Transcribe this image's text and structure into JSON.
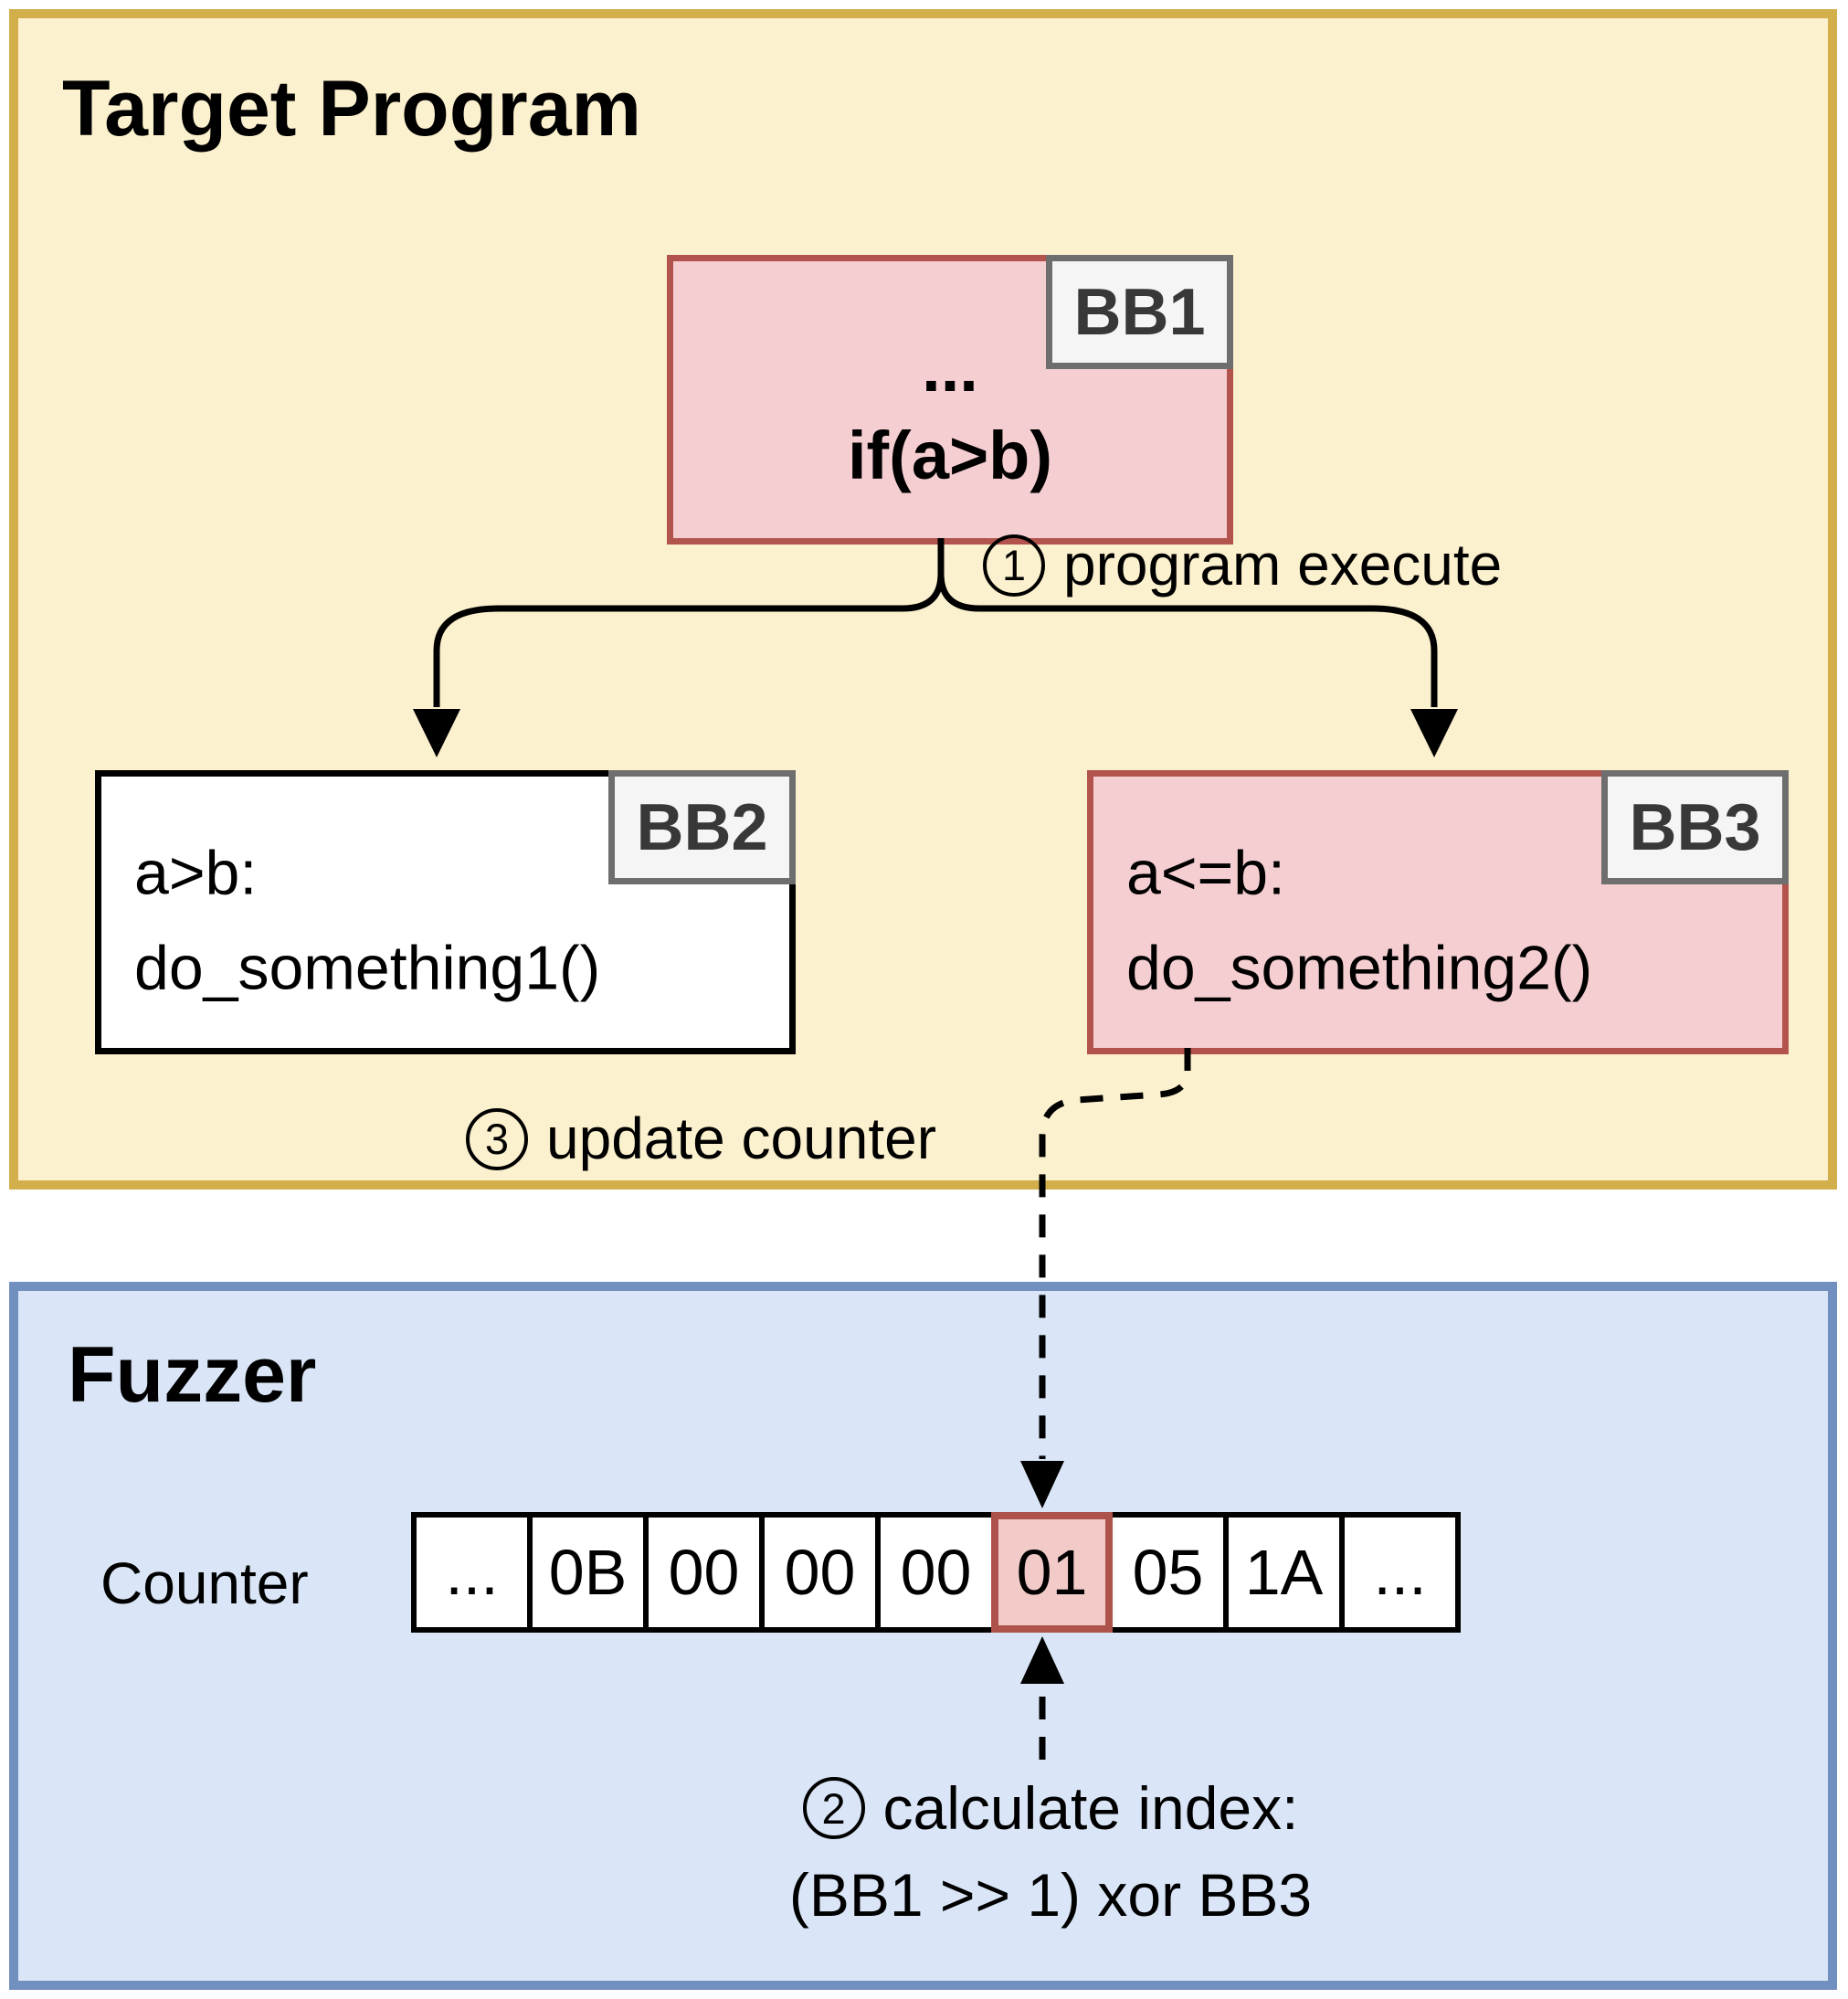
{
  "colors": {
    "target_bg": "#FCF1CE",
    "target_border": "#D2AF4B",
    "block_pink": "#F5CED1",
    "block_red_border": "#B2544D",
    "tab_bg": "#F5F5F5",
    "tab_border": "#6E6E6E",
    "fuzzer_bg": "#DAE6F7",
    "fuzzer_border": "#7190C0",
    "cell_highlight_bg": "#F2CBC9",
    "cell_highlight_border": "#AE534B"
  },
  "target_program": {
    "title": "Target Program",
    "bb1": {
      "tag": "BB1",
      "line1": "...",
      "line2": "if(a>b)"
    },
    "bb2": {
      "tag": "BB2",
      "line1": "a>b:",
      "line2": "do_something1()"
    },
    "bb3": {
      "tag": "BB3",
      "line1": "a<=b:",
      "line2": "do_something2()"
    },
    "step1": {
      "num": "1",
      "label": "program execute"
    },
    "step3": {
      "num": "3",
      "label": "update counter"
    }
  },
  "fuzzer": {
    "title": "Fuzzer",
    "counter_label": "Counter",
    "cells": [
      "...",
      "0B",
      "00",
      "00",
      "00",
      "01",
      "05",
      "1A",
      "..."
    ],
    "highlight_index": 5,
    "step2": {
      "num": "2",
      "line1": "calculate index:",
      "line2": "(BB1 >> 1) xor BB3"
    }
  }
}
